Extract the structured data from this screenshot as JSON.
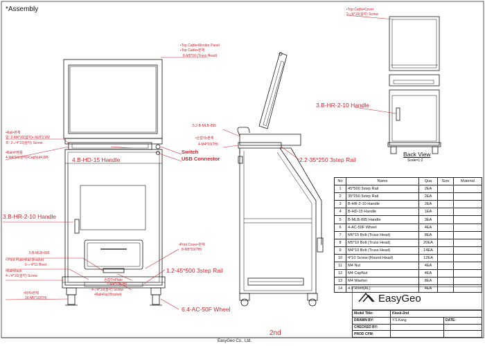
{
  "sheet": {
    "section_title": "*Assembly",
    "page_label": "2nd",
    "footer_company": "EasyGeo Co., Ltd."
  },
  "callouts": {
    "top_cable_1": "•Top Cable•Monitor Panel",
    "top_cable_2": "•Top Cable•본체",
    "truss_head": "8-M5*10 (Truss Head)",
    "rail_body": "•Rail•본체",
    "rail_line_1": "양: 2-M4*10(설각)• NUT2,W2",
    "rail_line_2": "좌: 2-✓4*10(설각) Screw",
    "rail_handle": "•Rail•H핸들",
    "rail_handle_2": "4-M4*10(설각)•CapNut4,W8",
    "handle_main": "4.B-HD-15 Handle",
    "switch": "Switch",
    "usb": "USB Connector",
    "hr_left": "3.B-HR-2-10 Handle",
    "mlb_bottom": "5.B-MLB-895",
    "print_plate_rail": "• Print Plate•Rail Bracket",
    "rivet_11": "6-✓4*11 Rivet",
    "rail_rack": "•Rail•Rack",
    "rack_screw": "4-✓4*10(설각) Screw",
    "wheel_body": "•바퀴•본체",
    "wheel_bolt": "16-M5*10(TH)",
    "print_cover": "•Print Cover•본체",
    "print_cover_bolt": "8-M5*10(TH)",
    "plate_tag": "손잡이•Plate",
    "plate_bolt": "2-M4*10(TH)",
    "rail_screw": "4-✓4*10(설각) Screw",
    "rail_bracket": "•Rail•Rail Bracket",
    "rail_3step": "1.2-45*500 3step Rail",
    "wheel": "6.4-AC-50F Wheel",
    "mlb_side": "5.2-B-MLB-895",
    "handle_side": "•손잡이•본체",
    "handle_side_bolt": "4-M4*10(TH)",
    "rail_250": "2.2-35*250 3step Rail",
    "hr_right": "3.B-HR-2-10 Handle",
    "top_cable_cover": "•Top Cable•Cover",
    "top_cover_screw": "2-✓4*10(설각) Screw",
    "back_view": "Back View",
    "back_scale": "Scale=1:2"
  },
  "parts_table": {
    "headers": [
      "No",
      "Name",
      "Qua",
      "Size",
      "Material"
    ],
    "rows": [
      {
        "no": "1",
        "name": "45*500 3step Rail",
        "qty": "2EA"
      },
      {
        "no": "2",
        "name": "35*250 3step Rail",
        "qty": "2EA"
      },
      {
        "no": "3",
        "name": "B-HR-2-10 Handle",
        "qty": "2EA"
      },
      {
        "no": "4",
        "name": "B-HD-15 Handle",
        "qty": "1EA"
      },
      {
        "no": "5",
        "name": "B-MLB-895 Handle",
        "qty": "3EA"
      },
      {
        "no": "6",
        "name": "4-AC-50F Wheel",
        "qty": "4EA"
      },
      {
        "no": "7",
        "name": "M6*15 Bolt (Truss Head)",
        "qty": "8EA"
      },
      {
        "no": "8",
        "name": "M5*10 Bolt (Truss Head)",
        "qty": "20EA"
      },
      {
        "no": "9",
        "name": "M4*10 Bolt (Truss Head)",
        "qty": "14EA"
      },
      {
        "no": "10",
        "name": "4*10 Screw (Round Head)",
        "qty": "12EA"
      },
      {
        "no": "11",
        "name": "M4 Nut",
        "qty": "4EA"
      },
      {
        "no": "12",
        "name": "M4 CapNut",
        "qty": "4EA"
      },
      {
        "no": "13",
        "name": "M4 Washer",
        "qty": "8EA"
      },
      {
        "no": "14",
        "name": "4.0 Rivet(AL)",
        "qty": "4EA"
      }
    ]
  },
  "title_block": {
    "logo_text": "EasyGeo",
    "model_title_label": "Model Title:",
    "model_title_value": "Kiosk-2nd",
    "drawn_by_label": "DRAWN BY:",
    "drawn_by_value": "Y.S.Kang",
    "date_label": "DATE:",
    "checked_by_label": "CHECKED BY:",
    "prod_cfm_label": "PROD CFM:"
  },
  "colors": {
    "annotation": "#d0202a",
    "line": "#111111"
  }
}
